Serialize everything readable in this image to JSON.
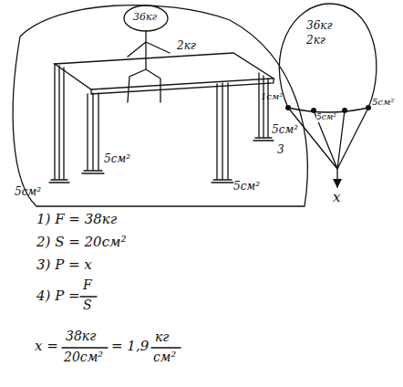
{
  "diagram": {
    "nodes": [
      {
        "text": [
          "36кг",
          "2кг"
        ]
      }
    ],
    "labels": [
      "36кг",
      "2кг",
      "5см²",
      "5см²",
      "5см²",
      "5см²",
      "3",
      "1см²",
      "5см²",
      "5см²",
      "х",
      "1) F = 38кг",
      "2) S = 20см²",
      "3) P = х",
      "4) P =",
      "F",
      "S",
      "х =",
      "38кг",
      "20см²",
      "= 1,9",
      "кг",
      "см²"
    ]
  }
}
